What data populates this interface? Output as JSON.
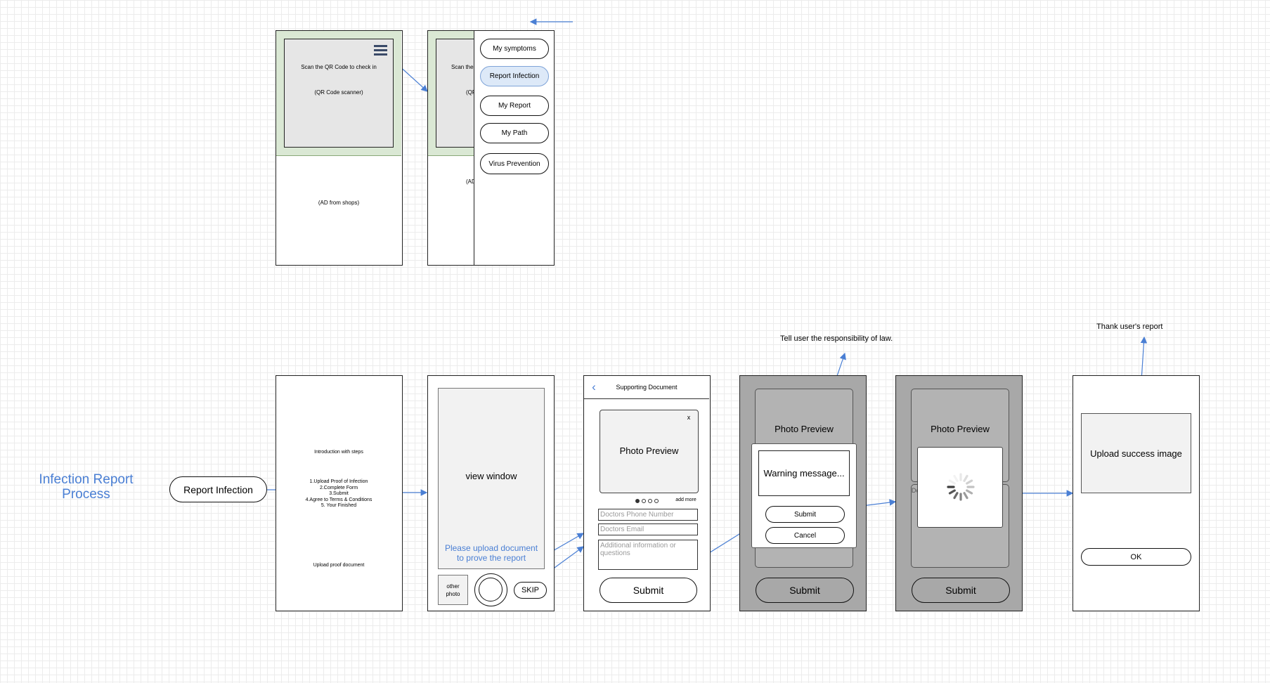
{
  "process_title": "Infection Report\nProcess",
  "start_button": "Report Infection",
  "home": {
    "scan_text": "Scan the QR Code to check in",
    "scanner": "(QR Code scanner)",
    "ad": "(AD from shops)"
  },
  "menu_screen": {
    "scan_partial": "Scan the",
    "scanner_partial": "(QR",
    "ad_partial": "(AD",
    "items": [
      "My symptoms",
      "Report Infection",
      "My Report",
      "My Path",
      "Virus Prevention"
    ]
  },
  "intro": {
    "heading": "Introduction with steps",
    "steps": "1.Upload Proof of Infection\n2.Complete Form\n3.Submit\n4.Agree to Terms & Conditions\n5. Your Finished",
    "footer": "Upload proof document"
  },
  "camera": {
    "view": "view window",
    "prompt": "Please upload document\nto prove the report",
    "other_photo": "other\nphoto",
    "skip": "SKIP"
  },
  "document": {
    "back": "‹",
    "title": "Supporting Document",
    "close": "x",
    "preview": "Photo Preview",
    "add_more": "add more",
    "phone_placeholder": "Doctors Phone Number",
    "email_placeholder": "Doctors Email",
    "info_placeholder": "Additional information or questions",
    "submit": "Submit"
  },
  "warning": {
    "annotation": "Tell user the responsibility of law.",
    "preview": "Photo Preview",
    "message": "Warning message...",
    "submit": "Submit",
    "cancel": "Cancel",
    "bottom_submit": "Submit"
  },
  "loading": {
    "preview": "Photo Preview",
    "partial": "De",
    "bottom_submit": "Submit"
  },
  "success": {
    "annotation": "Thank user's report",
    "image": "Upload success image",
    "ok": "OK"
  },
  "colors": {
    "accent": "#4a7fd4",
    "green_panel": "#dae8d4",
    "gray_screen": "#a8a8a8",
    "light_box": "#eeeeee"
  }
}
